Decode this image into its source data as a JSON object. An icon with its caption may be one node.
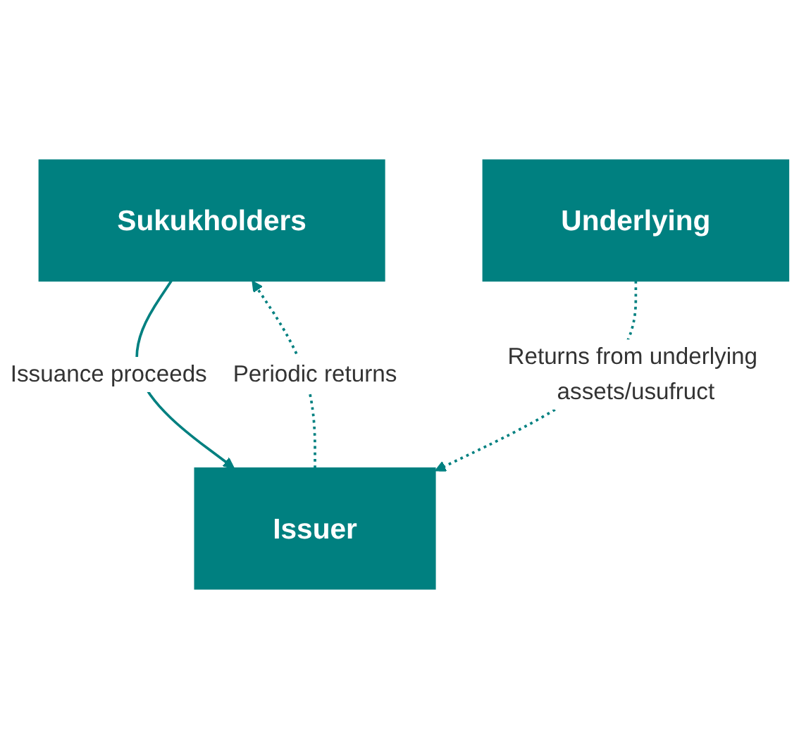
{
  "diagram": {
    "nodes": [
      {
        "text": [
          "Sukukholders"
        ]
      },
      {
        "text": [
          "Issuer"
        ]
      },
      {
        "text": [
          "Underlying"
        ]
      }
    ],
    "edges": [
      {
        "from": 0,
        "to": 1,
        "arrow": "to",
        "label": "Issuance proceeds"
      },
      {
        "from": 1,
        "to": 0,
        "arrow": "to",
        "label": "Periodic returns",
        "style": "dashed"
      },
      {
        "from": 2,
        "to": 1,
        "arrow": "to",
        "label": "Returns from underlying assets/usufruct",
        "style": "dashed"
      }
    ]
  }
}
